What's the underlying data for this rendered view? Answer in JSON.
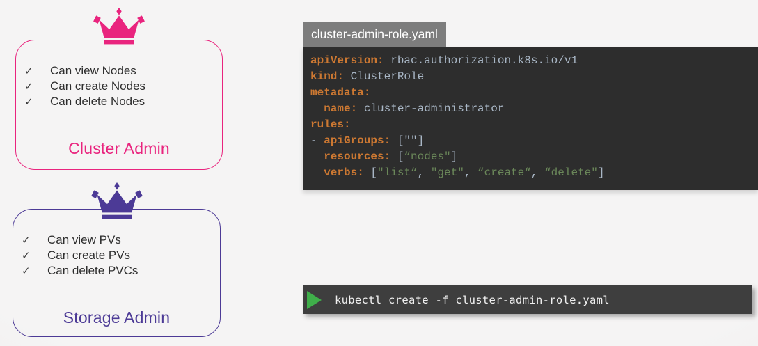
{
  "colors": {
    "cluster_admin_accent": "#E9247E",
    "storage_admin_accent": "#4C3A96",
    "code_key": "#CC7832",
    "code_plain": "#A9B7C6",
    "code_string": "#6A8759",
    "terminal_play_green": "#3FAE4A",
    "panel_bg": "#2D2D2D",
    "terminal_bg": "#3E3E3E",
    "tab_bg": "#7D7D7D",
    "page_bg": "#F1F0F0"
  },
  "icons": {
    "check-icon": "✓",
    "crown-icon": "crown silhouette with diamond accents",
    "play-icon": "green right-pointing triangle"
  },
  "role_cards": [
    {
      "title": "Cluster Admin",
      "permissions": [
        "Can view Nodes",
        "Can create Nodes",
        "Can delete Nodes"
      ]
    },
    {
      "title": "Storage Admin",
      "permissions": [
        "Can view PVs",
        "Can create PVs",
        "Can delete PVCs"
      ]
    }
  ],
  "code_panel": {
    "filename": "cluster-admin-role.yaml",
    "lines": [
      [
        {
          "t": "apiVersion:",
          "c": "key"
        },
        {
          "t": " rbac.authorization.k8s.io/v1",
          "c": "plain"
        }
      ],
      [
        {
          "t": "kind:",
          "c": "key"
        },
        {
          "t": " ClusterRole",
          "c": "plain"
        }
      ],
      [
        {
          "t": "metadata:",
          "c": "key"
        }
      ],
      [
        {
          "t": "  ",
          "c": "plain"
        },
        {
          "t": "name:",
          "c": "key"
        },
        {
          "t": " cluster-administrator",
          "c": "plain"
        }
      ],
      [
        {
          "t": "rules:",
          "c": "key"
        }
      ],
      [
        {
          "t": "- ",
          "c": "plain"
        },
        {
          "t": "apiGroups:",
          "c": "key"
        },
        {
          "t": " [\"\"]",
          "c": "plain"
        }
      ],
      [
        {
          "t": "  ",
          "c": "plain"
        },
        {
          "t": "resources:",
          "c": "key"
        },
        {
          "t": " [",
          "c": "plain"
        },
        {
          "t": "“nodes\"",
          "c": "string"
        },
        {
          "t": "]",
          "c": "plain"
        }
      ],
      [
        {
          "t": "  ",
          "c": "plain"
        },
        {
          "t": "verbs:",
          "c": "key"
        },
        {
          "t": " [",
          "c": "plain"
        },
        {
          "t": "\"list“",
          "c": "string"
        },
        {
          "t": ", ",
          "c": "plain"
        },
        {
          "t": "\"get\"",
          "c": "string"
        },
        {
          "t": ", ",
          "c": "plain"
        },
        {
          "t": "“create“",
          "c": "string"
        },
        {
          "t": ", ",
          "c": "plain"
        },
        {
          "t": "“delete\"",
          "c": "string"
        },
        {
          "t": "]",
          "c": "plain"
        }
      ]
    ]
  },
  "terminal": {
    "command": "kubectl create -f cluster-admin-role.yaml"
  }
}
